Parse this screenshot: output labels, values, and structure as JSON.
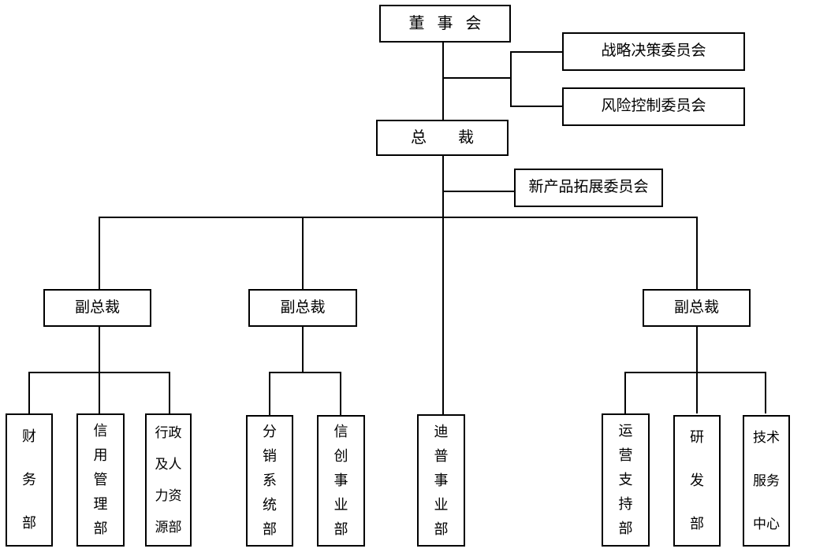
{
  "diagram": {
    "type": "org-chart",
    "background_color": "#ffffff",
    "line_color": "#000000",
    "box_border_color": "#000000",
    "text_color": "#000000",
    "nodes": {
      "board": {
        "label": "董事会"
      },
      "strategy_committee": {
        "label": "战略决策委员会"
      },
      "risk_committee": {
        "label": "风险控制委员会"
      },
      "president": {
        "label": "总裁"
      },
      "new_product_committee": {
        "label": "新产品拓展委员会"
      },
      "vp_left": {
        "label": "副总裁"
      },
      "vp_middle": {
        "label": "副总裁"
      },
      "vp_right": {
        "label": "副总裁"
      },
      "finance_dept": {
        "label": "财\n务\n部"
      },
      "credit_management_dept": {
        "label": "信\n用\n管\n理\n部"
      },
      "admin_hr_dept": {
        "label": "行政\n及人\n力资\n源部"
      },
      "distribution_system_dept": {
        "label": "分\n销\n系\n统\n部"
      },
      "xinchuang_business_dept": {
        "label": "信\n创\n事\n业\n部"
      },
      "dipu_business_dept": {
        "label": "迪\n普\n事\n业\n部"
      },
      "operations_support_dept": {
        "label": "运\n营\n支\n持\n部"
      },
      "rnd_dept": {
        "label": "研\n发\n部"
      },
      "tech_service_center": {
        "label": "技术\n服务\n中心"
      }
    }
  }
}
